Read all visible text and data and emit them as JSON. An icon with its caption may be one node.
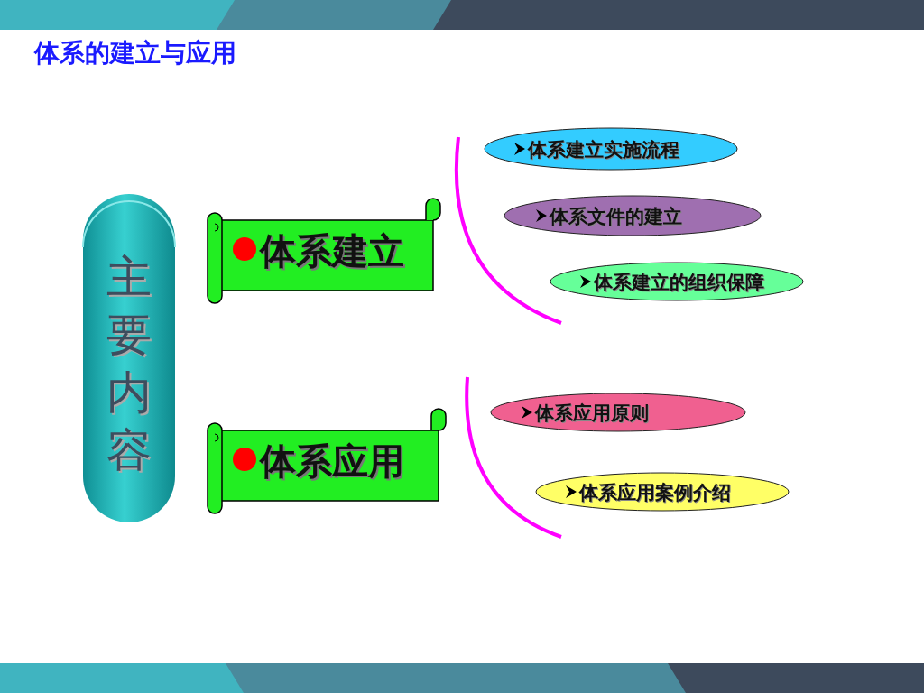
{
  "diagram": {
    "title": "体系的建立与应用",
    "nodes": [
      {
        "text": [
          "主要内容"
        ]
      },
      {
        "text": [
          "体系建立"
        ]
      },
      {
        "text": [
          "体系应用"
        ]
      },
      {
        "text": [
          "体系建立实施流程"
        ]
      },
      {
        "text": [
          "体系文件的建立"
        ]
      },
      {
        "text": [
          "体系建立的组织保障"
        ]
      },
      {
        "text": [
          "体系应用原则"
        ]
      },
      {
        "text": [
          "体系应用案例介绍"
        ]
      }
    ],
    "edges": []
  }
}
